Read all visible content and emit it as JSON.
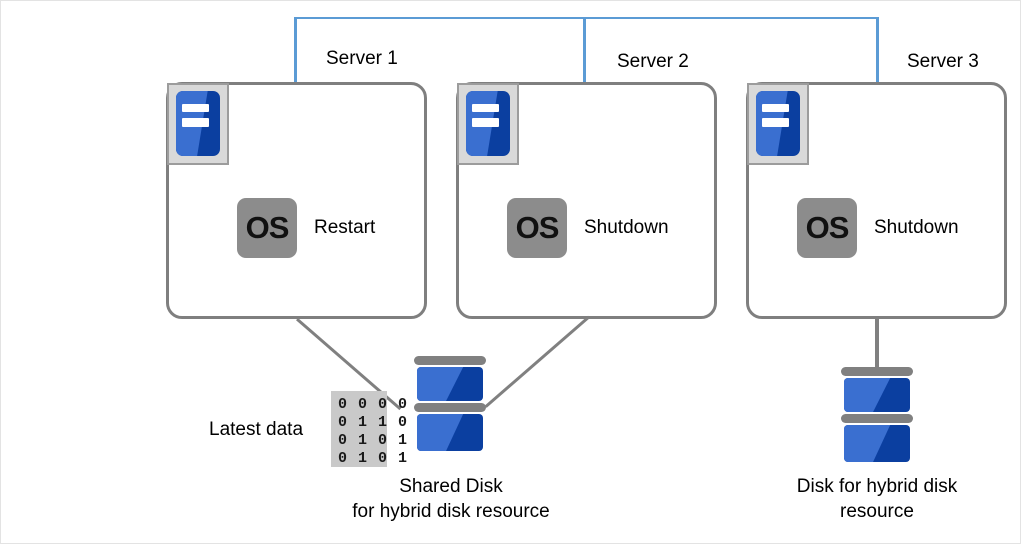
{
  "diagram": {
    "title": "Hybrid disk resource server cluster diagram",
    "colors": {
      "bracket": "#5b9bd5",
      "box_border": "#7f7f7f",
      "connector": "#808080",
      "disk_blue_dark": "#0b3fa0",
      "disk_blue_light": "#3a6fd0",
      "os_badge": "#8c8c8c",
      "data_block": "#c9c9c9"
    },
    "servers": [
      {
        "label": "Server 1",
        "os_text": "OS",
        "state": "Restart"
      },
      {
        "label": "Server 2",
        "os_text": "OS",
        "state": "Shutdown"
      },
      {
        "label": "Server 3",
        "os_text": "OS",
        "state": "Shutdown"
      }
    ],
    "data_block": {
      "label": "Latest data",
      "rows": [
        "0 0 0 0",
        "0 1 1 0",
        "0 1 0 1",
        "0 1 0 1"
      ]
    },
    "disks": [
      {
        "name": "shared-disk",
        "caption_line1": "Shared  Disk",
        "caption_line2": " for hybrid disk resource"
      },
      {
        "name": "server3-disk",
        "caption_line1": "Disk for hybrid  disk",
        "caption_line2": "resource"
      }
    ],
    "icons": {
      "server": "server-tower-icon",
      "os": "os-badge-icon",
      "disk": "disk-stack-icon",
      "data": "binary-data-icon"
    }
  }
}
